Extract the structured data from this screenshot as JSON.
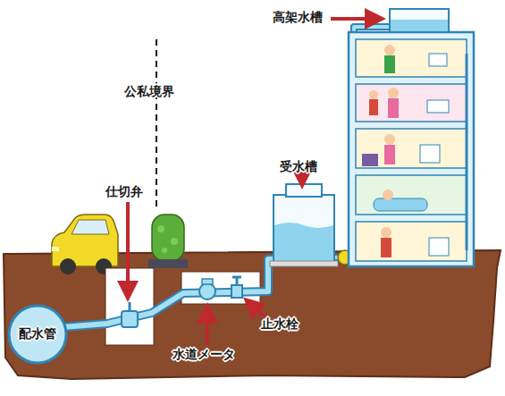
{
  "diagram": {
    "nodes": [
      {
        "text": [
          "配水管"
        ]
      }
    ],
    "labels": [
      "高架水槽",
      "公私境界",
      "受水槽",
      "仕切弁",
      "水道メータ",
      "止水栓"
    ]
  }
}
